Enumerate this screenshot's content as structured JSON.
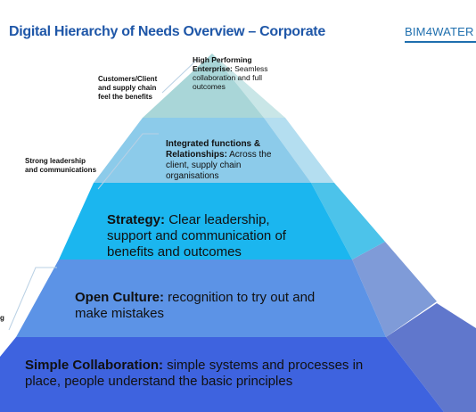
{
  "header": {
    "title": "Digital Hierarchy of Needs Overview – Corporate",
    "logo": "BIM4WATER"
  },
  "levels": [
    {
      "key": "High Performing Enterprise:",
      "desc": " Seamless collaboration and full outcomes",
      "side": "Customers/Client and supply chain feel the benefits",
      "color": "#a9d6d8"
    },
    {
      "key": "Integrated functions & Relationships:",
      "desc": " Across the client, supply chain organisations",
      "side": "Strong leadership and communications",
      "color": "#8ccbea"
    },
    {
      "key": "Strategy:",
      "desc": " Clear leadership, support and communication of benefits and outcomes",
      "color": "#1bb6ef"
    },
    {
      "key": "Open Culture:",
      "desc": " recognition to try out and make mistakes",
      "side": "g",
      "color": "#5c93e6"
    },
    {
      "key": "Simple Collaboration:",
      "desc": " simple systems and processes in place, people understand the basic principles",
      "color": "#3e63df"
    }
  ]
}
